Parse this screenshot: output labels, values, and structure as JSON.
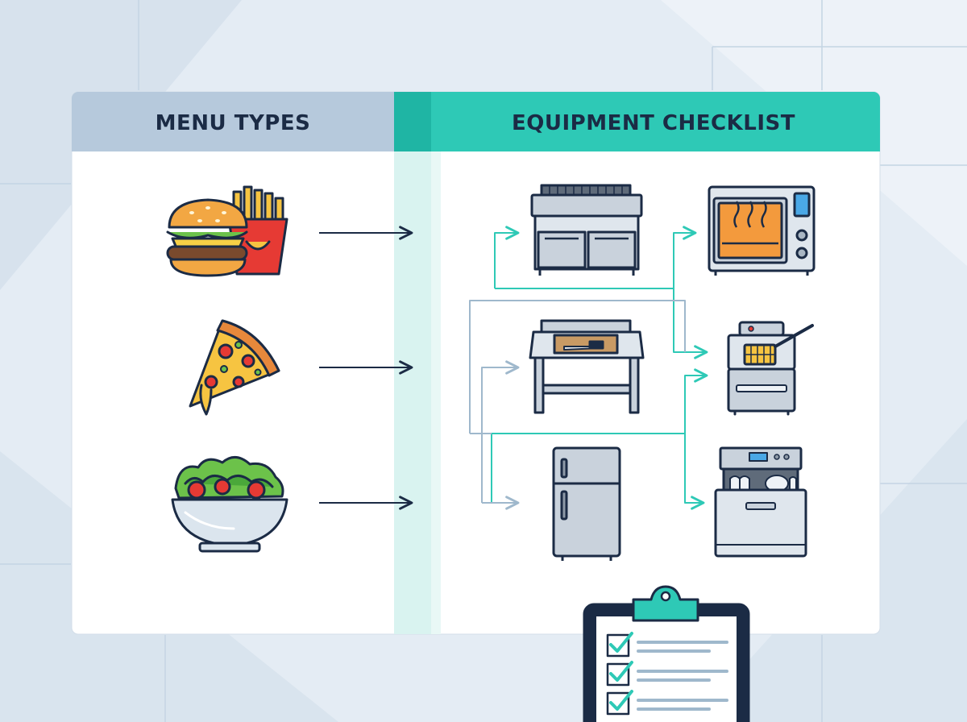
{
  "panels": {
    "menu_types": {
      "title": "MENU TYPES"
    },
    "equipment": {
      "title": "EQUIPMENT CHECKLIST"
    }
  },
  "menu_items": [
    {
      "icon": "burger-and-fries-icon"
    },
    {
      "icon": "pizza-slice-icon"
    },
    {
      "icon": "salad-bowl-icon"
    }
  ],
  "equipment_items": [
    {
      "icon": "grill-range-icon"
    },
    {
      "icon": "convection-oven-icon"
    },
    {
      "icon": "prep-table-icon"
    },
    {
      "icon": "deep-fryer-icon"
    },
    {
      "icon": "refrigerator-icon"
    },
    {
      "icon": "dishwasher-icon"
    }
  ],
  "clipboard": {
    "icon": "clipboard-checklist-icon",
    "checked_items": 3
  },
  "colors": {
    "header_left": "#b6c9dc",
    "header_right": "#2ec9b6",
    "connector_teal": "#2ec9b6",
    "connector_gray": "#9fb8cc",
    "menu_arrow": "#1b2b45",
    "outline": "#1b2b45"
  }
}
